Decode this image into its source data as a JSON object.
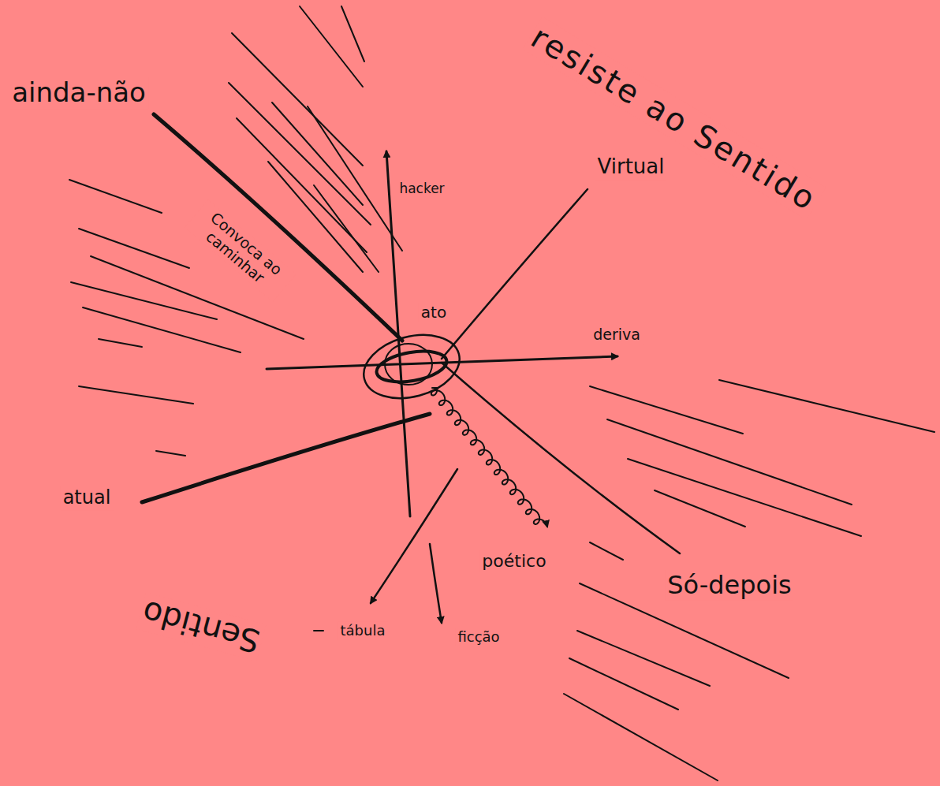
{
  "diagram": {
    "labels": [
      "resiste ao Sentido",
      "ainda-não",
      "Convoca ao caminhar",
      "hacker",
      "Virtual",
      "ato",
      "deriva",
      "atual",
      "poético",
      "Só-depois",
      "tábula",
      "ficção",
      "Sentido"
    ]
  }
}
